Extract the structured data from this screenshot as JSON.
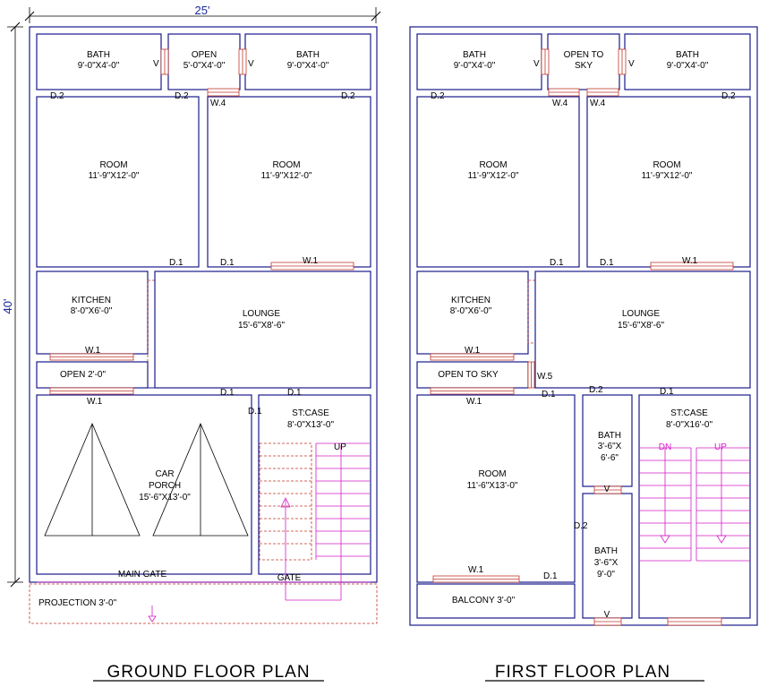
{
  "dimensions": {
    "width": "25'",
    "height": "40'"
  },
  "ground_floor": {
    "title": "GROUND FLOOR PLAN",
    "bath_left": {
      "name": "BATH",
      "size": "9'-0\"X4'-0\""
    },
    "open": {
      "name": "OPEN",
      "size": "5'-0\"X4'-0\""
    },
    "bath_right": {
      "name": "BATH",
      "size": "9'-0\"X4'-0\""
    },
    "room_left": {
      "name": "ROOM",
      "size": "11'-9\"X12'-0\""
    },
    "room_right": {
      "name": "ROOM",
      "size": "11'-9\"X12'-0\""
    },
    "kitchen": {
      "name": "KITCHEN",
      "size": "8'-0\"X6'-0\""
    },
    "lounge": {
      "name": "LOUNGE",
      "size": "15'-6\"X8'-6\""
    },
    "open_strip": "OPEN   2'-0\"",
    "car_porch": {
      "name1": "CAR",
      "name2": "PORCH",
      "size": "15'-6\"X13'-0\""
    },
    "staircase": {
      "name": "ST:CASE",
      "size": "8'-0\"X13'-0\"",
      "up": "UP"
    },
    "main_gate": "MAIN GATE",
    "gate": "GATE",
    "projection": "PROJECTION   3'-0\"",
    "tags": {
      "v": "V",
      "d1": "D.1",
      "d2": "D.2",
      "w1": "W.1",
      "w4": "W.4"
    }
  },
  "first_floor": {
    "title": "FIRST FLOOR PLAN",
    "bath_left": {
      "name": "BATH",
      "size": "9'-0\"X4'-0\""
    },
    "open_to_sky_top": {
      "name1": "OPEN TO",
      "name2": "SKY"
    },
    "bath_right": {
      "name": "BATH",
      "size": "9'-0\"X4'-0\""
    },
    "room_left": {
      "name": "ROOM",
      "size": "11'-9\"X12'-0\""
    },
    "room_right": {
      "name": "ROOM",
      "size": "11'-9\"X12'-0\""
    },
    "kitchen": {
      "name": "KITCHEN",
      "size": "8'-0\"X6'-0\""
    },
    "lounge": {
      "name": "LOUNGE",
      "size": "15'-6\"X8'-6\""
    },
    "open_to_sky": "OPEN TO SKY",
    "room_bottom": {
      "name": "ROOM",
      "size": "11'-6\"X13'-0\""
    },
    "bath_mid": {
      "name": "BATH",
      "size1": "3'-6\"X",
      "size2": "6'-6\""
    },
    "bath_low": {
      "name": "BATH",
      "size1": "3'-6\"X",
      "size2": "9'-0\""
    },
    "staircase": {
      "name": "ST:CASE",
      "size": "8'-0\"X16'-0\"",
      "dn": "DN",
      "up": "UP"
    },
    "balcony": "BALCONY   3'-0\"",
    "tags": {
      "v": "V",
      "d1": "D.1",
      "d2": "D.2",
      "w1": "W.1",
      "w4": "W.4",
      "w5": "W.5"
    }
  }
}
